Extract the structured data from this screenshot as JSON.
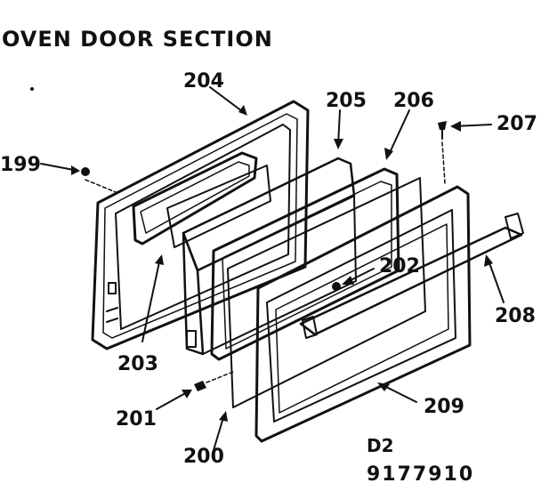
{
  "title": "OVEN DOOR SECTION",
  "parts": [
    {
      "id": "199"
    },
    {
      "id": "200"
    },
    {
      "id": "201"
    },
    {
      "id": "202"
    },
    {
      "id": "203"
    },
    {
      "id": "204"
    },
    {
      "id": "205"
    },
    {
      "id": "206"
    },
    {
      "id": "207"
    },
    {
      "id": "208"
    },
    {
      "id": "209"
    }
  ],
  "drawing": {
    "code": "D2",
    "number": "9177910"
  }
}
